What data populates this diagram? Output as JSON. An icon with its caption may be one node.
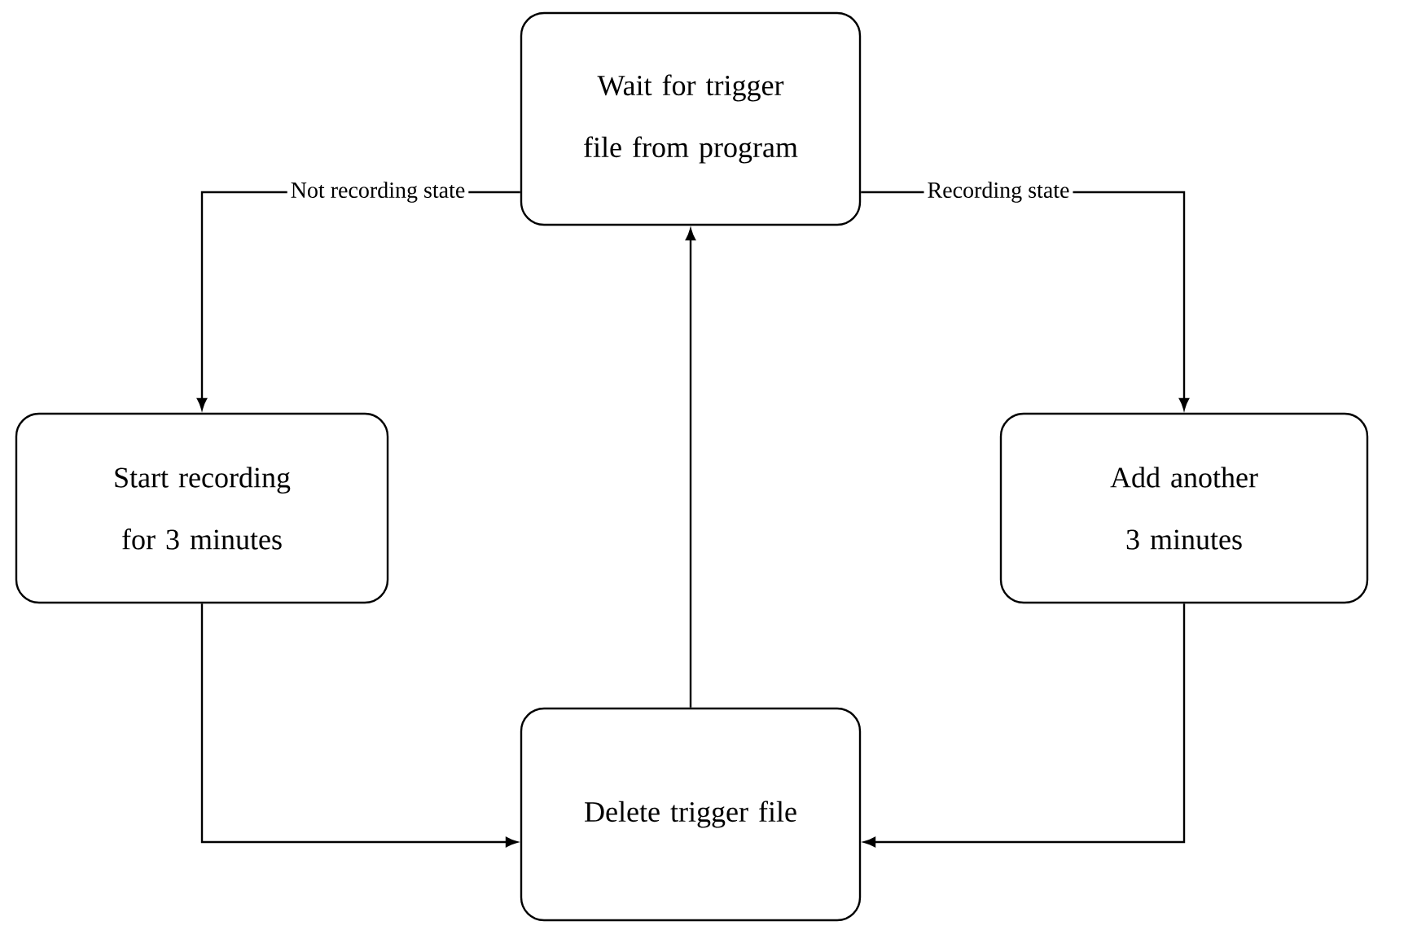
{
  "diagram": {
    "nodes": [
      {
        "text": [
          "Wait for trigger file from program"
        ]
      },
      {
        "text": [
          "Start recording for 3 minutes"
        ]
      },
      {
        "text": [
          "Add another 3 minutes"
        ]
      },
      {
        "text": [
          "Delete trigger file"
        ]
      }
    ],
    "edges": [
      {
        "from": 0,
        "to": 1,
        "arrow": "to",
        "label": "Not recording state"
      },
      {
        "from": 0,
        "to": 2,
        "arrow": "to",
        "label": "Recording state"
      },
      {
        "from": 1,
        "to": 3,
        "arrow": "to"
      },
      {
        "from": 2,
        "to": 3,
        "arrow": "to"
      },
      {
        "from": 3,
        "to": 0,
        "arrow": "to"
      }
    ]
  }
}
